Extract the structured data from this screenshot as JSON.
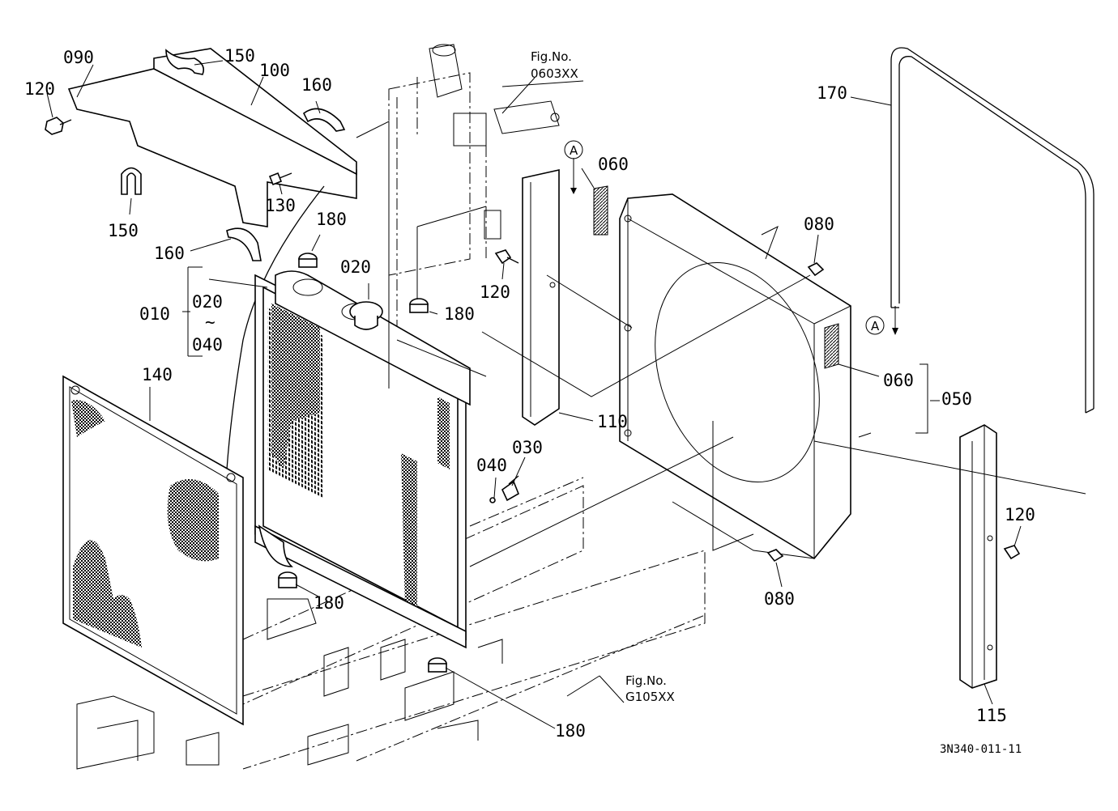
{
  "labels": {
    "p090": "090",
    "p150a": "150",
    "p100": "100",
    "p160a": "160",
    "p120a": "120",
    "p130": "130",
    "p150b": "150",
    "p160b": "160",
    "p180a": "180",
    "p020a": "020",
    "p010": "010",
    "p020b": "020",
    "tilde": "~",
    "p040a": "040",
    "p180b": "180",
    "p120b": "120",
    "p060a": "060",
    "p080a": "080",
    "p170": "170",
    "p140": "140",
    "p110": "110",
    "p060b": "060",
    "p050": "050",
    "p040b": "040",
    "p030": "030",
    "p120c": "120",
    "p180c": "180",
    "p080b": "080",
    "p115": "115",
    "p180d": "180"
  },
  "refs": {
    "fig_top_line1": "Fig.No.",
    "fig_top_line2": "0603XX",
    "fig_bottom_line1": "Fig.No.",
    "fig_bottom_line2": "G105XX",
    "marker_a1": "A",
    "marker_a2": "A"
  },
  "drawing_code": "3N340-011-11"
}
